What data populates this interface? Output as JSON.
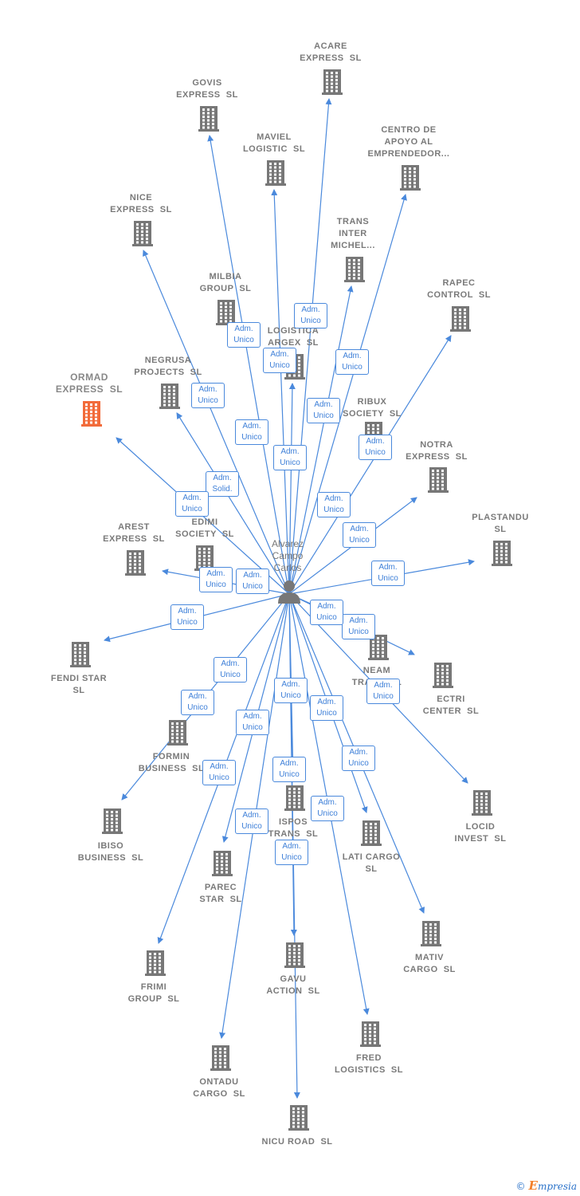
{
  "person": {
    "name": "Alvarez\nCampo\nCarlos",
    "icon": "person-icon"
  },
  "colors": {
    "edge": "#4a89dc",
    "building": "#777777",
    "highlight": "#f26b3a",
    "label": "#7a7a7a"
  },
  "footer": {
    "copyright": "©",
    "brand_initial": "E",
    "brand_rest": "mpresia"
  },
  "companies": [
    {
      "id": "acare",
      "name": "ACARE\nEXPRESS  SL"
    },
    {
      "id": "govis",
      "name": "GOVIS\nEXPRESS  SL"
    },
    {
      "id": "maviel",
      "name": "MAVIEL\nLOGISTIC  SL"
    },
    {
      "id": "centro",
      "name": "CENTRO DE\nAPOYO AL\nEMPRENDEDOR..."
    },
    {
      "id": "nice",
      "name": "NICE\nEXPRESS  SL"
    },
    {
      "id": "trans",
      "name": "TRANS\nINTER\nMICHEL..."
    },
    {
      "id": "milbia",
      "name": "MILBIA\nGROUP  SL"
    },
    {
      "id": "rapec",
      "name": "RAPEC\nCONTROL  SL"
    },
    {
      "id": "argex",
      "name": "LOGISTICA\nARGEX  SL"
    },
    {
      "id": "negrusa",
      "name": "NEGRUSA\nPROJECTS  SL"
    },
    {
      "id": "ormad",
      "name": "ORMAD\nEXPRESS  SL",
      "highlight": true
    },
    {
      "id": "ribux",
      "name": "RIBUX\nSOCIETY  SL"
    },
    {
      "id": "notra",
      "name": "NOTRA\nEXPRESS  SL"
    },
    {
      "id": "edimi",
      "name": "EDIMI\nSOCIETY  SL"
    },
    {
      "id": "arest",
      "name": "AREST\nEXPRESS  SL"
    },
    {
      "id": "plastandu",
      "name": "PLASTANDU\nSL"
    },
    {
      "id": "fendi",
      "name": "FENDI STAR\nSL"
    },
    {
      "id": "neam",
      "name": "NEAM\nTRANS  SL"
    },
    {
      "id": "ectri",
      "name": "ECTRI\nCENTER  SL"
    },
    {
      "id": "formin",
      "name": "FORMIN\nBUSINESS  SL"
    },
    {
      "id": "ibiso",
      "name": "IBISO\nBUSINESS  SL"
    },
    {
      "id": "ispos",
      "name": "ISPOS\nTRANS  SL"
    },
    {
      "id": "lati",
      "name": "LATI CARGO\nSL"
    },
    {
      "id": "locid",
      "name": "LOCID\nINVEST  SL"
    },
    {
      "id": "parec",
      "name": "PAREC\nSTAR  SL"
    },
    {
      "id": "mativ",
      "name": "MATIV\nCARGO  SL"
    },
    {
      "id": "frimi",
      "name": "FRIMI\nGROUP  SL"
    },
    {
      "id": "gavu",
      "name": "GAVU\nACTION  SL"
    },
    {
      "id": "fred",
      "name": "FRED\nLOGISTICS  SL"
    },
    {
      "id": "ontadu",
      "name": "ONTADU\nCARGO  SL"
    },
    {
      "id": "nicu",
      "name": "NICU ROAD  SL"
    }
  ],
  "edges": [
    {
      "to": "acare",
      "role": "Adm.\nUnico"
    },
    {
      "to": "govis",
      "role": "Adm.\nUnico"
    },
    {
      "to": "maviel",
      "role": "Adm.\nUnico"
    },
    {
      "to": "centro",
      "role": "Adm.\nUnico"
    },
    {
      "to": "nice",
      "role": "Adm.\nUnico"
    },
    {
      "to": "trans",
      "role": "Adm.\nUnico"
    },
    {
      "to": "milbia",
      "role": "Adm.\nUnico"
    },
    {
      "to": "rapec",
      "role": "Adm.\nUnico"
    },
    {
      "to": "argex",
      "role": "Adm.\nUnico"
    },
    {
      "to": "negrusa",
      "role": "Adm.\nSolid."
    },
    {
      "to": "ormad",
      "role": "Adm.\nUnico"
    },
    {
      "to": "ribux",
      "role": "Adm.\nUnico"
    },
    {
      "to": "notra",
      "role": "Adm.\nUnico"
    },
    {
      "to": "edimi",
      "role": "Adm.\nUnico"
    },
    {
      "to": "arest",
      "role": "Adm.\nUnico"
    },
    {
      "to": "plastandu",
      "role": "Adm.\nUnico"
    },
    {
      "to": "fendi",
      "role": "Adm.\nUnico"
    },
    {
      "to": "neam",
      "role": "Adm.\nUnico"
    },
    {
      "to": "ectri",
      "role": "Adm.\nUnico"
    },
    {
      "to": "formin",
      "role": "Adm.\nUnico"
    },
    {
      "to": "ibiso",
      "role": "Adm.\nUnico"
    },
    {
      "to": "ispos",
      "role": "Adm.\nUnico"
    },
    {
      "to": "lati",
      "role": "Adm.\nUnico"
    },
    {
      "to": "locid",
      "role": "Adm.\nUnico"
    },
    {
      "to": "parec",
      "role": "Adm.\nUnico"
    },
    {
      "to": "mativ",
      "role": "Adm.\nUnico"
    },
    {
      "to": "frimi",
      "role": "Adm.\nUnico"
    },
    {
      "to": "gavu",
      "role": "Adm.\nUnico"
    },
    {
      "to": "fred",
      "role": "Adm.\nUnico"
    },
    {
      "to": "ontadu",
      "role": "Adm.\nUnico"
    },
    {
      "to": "nicu",
      "role": "Adm.\nUnico"
    }
  ]
}
